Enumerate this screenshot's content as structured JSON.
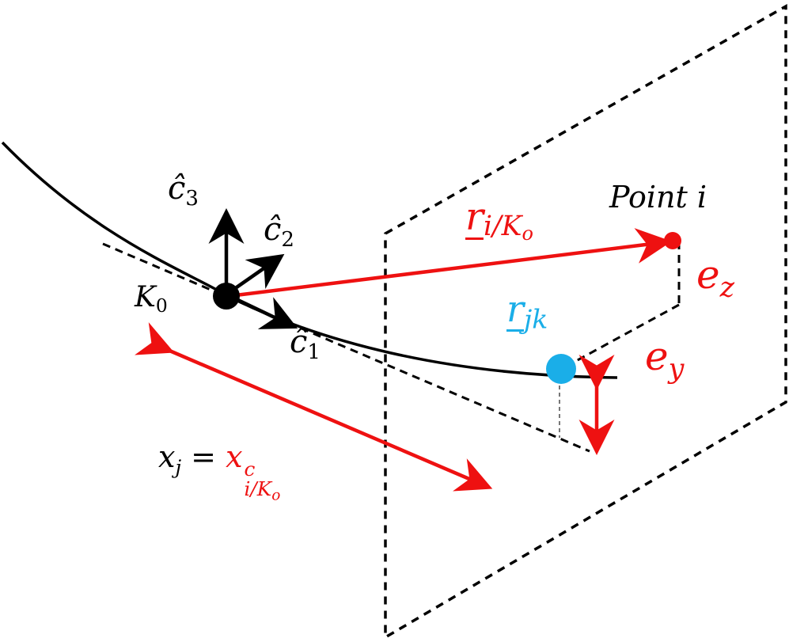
{
  "labels": {
    "point_i": "Point i",
    "k0": "K",
    "k0_sub": "0",
    "e_z": "e",
    "e_z_sub": "z",
    "e_y": "e",
    "e_y_sub": "y",
    "c3": "ĉ",
    "c3_sub": "3",
    "c2": "ĉ",
    "c2_sub": "2",
    "c1": "ĉ",
    "c1_sub": "1",
    "r_i_main": "r",
    "r_i_sub": "i/K",
    "r_i_subsub": "o",
    "r_jk_main": "r",
    "r_jk_sub": "jk",
    "x_lhs": "x",
    "x_lhs_sub": "j",
    "x_eq": " = ",
    "x_rhs": "x",
    "x_rhs_sup": "c",
    "x_rhs_sub": "i/K",
    "x_rhs_subsub": "o"
  },
  "colors": {
    "black": "#000000",
    "red": "#ee1111",
    "blue": "#1aaee8"
  }
}
